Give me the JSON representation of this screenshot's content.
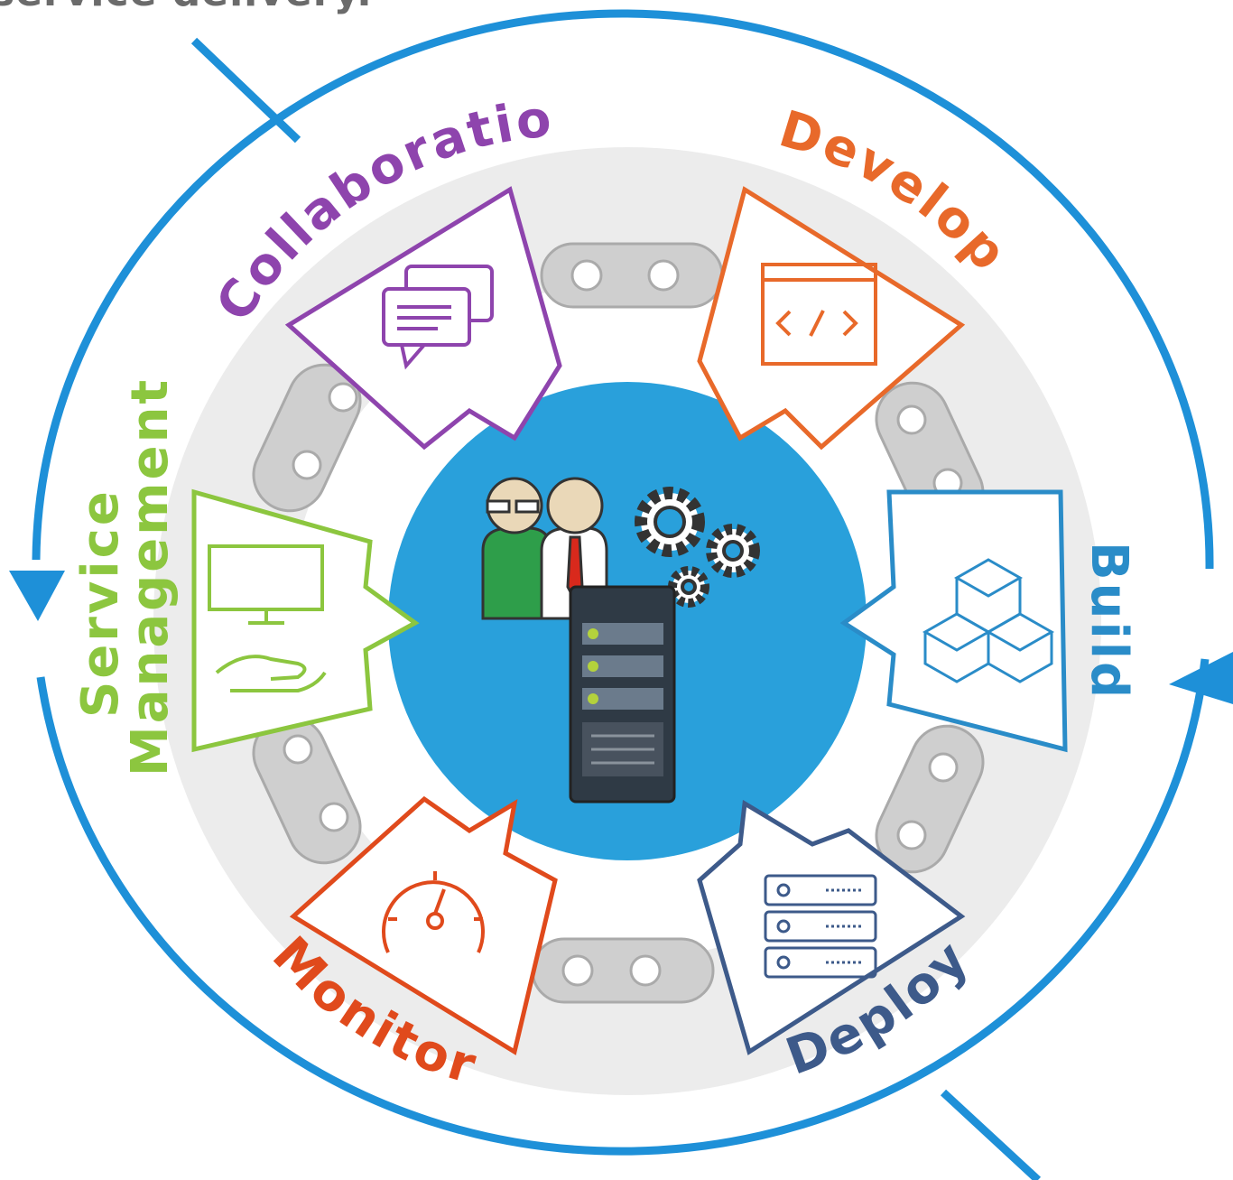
{
  "caption": "service delivery.",
  "segments": {
    "collaboration": {
      "label": "Collaboration",
      "color": "#8e44ad",
      "icon": "chat-bubbles-icon"
    },
    "develop": {
      "label": "Develop",
      "color": "#e8692a",
      "icon": "code-window-icon"
    },
    "build": {
      "label": "Build",
      "color": "#2a8cc8",
      "icon": "cubes-icon"
    },
    "deploy": {
      "label": "Deploy",
      "color": "#3d5a8a",
      "icon": "server-rack-icon"
    },
    "monitor": {
      "label": "Monitor",
      "color": "#e04a1c",
      "icon": "speedometer-icon"
    },
    "service_management": {
      "label_line1": "Service",
      "label_line2": "Management",
      "color": "#8cc63f",
      "icon": "monitor-hand-icon"
    }
  },
  "colors": {
    "cycle_arrow": "#1e90d8",
    "center_disc": "#29a0db",
    "chain": "#d3d3d3",
    "ring": "#ececec"
  },
  "center": {
    "icons": [
      "people-icon",
      "gears-icon",
      "server-tower-icon"
    ]
  }
}
